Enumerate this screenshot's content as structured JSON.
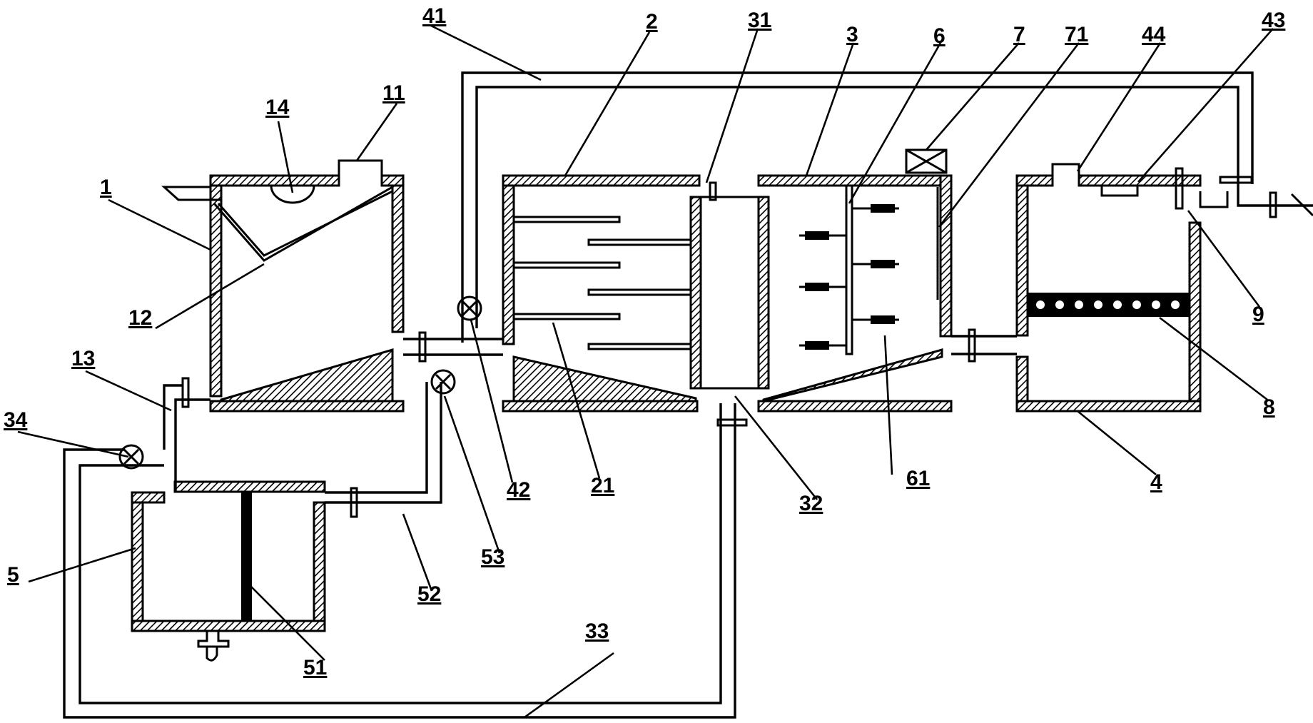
{
  "labels": {
    "n1": "1",
    "n2": "2",
    "n3": "3",
    "n4": "4",
    "n5": "5",
    "n6": "6",
    "n7": "7",
    "n8": "8",
    "n9": "9",
    "n11": "11",
    "n12": "12",
    "n13": "13",
    "n14": "14",
    "n21": "21",
    "n31": "31",
    "n32": "32",
    "n33": "33",
    "n34": "34",
    "n41": "41",
    "n42": "42",
    "n43": "43",
    "n44": "44",
    "n51": "51",
    "n52": "52",
    "n53": "53",
    "n61": "61",
    "n71": "71"
  }
}
